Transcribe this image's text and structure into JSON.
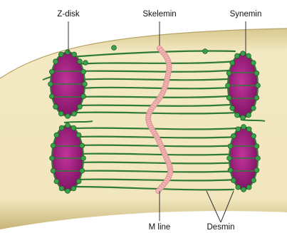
{
  "labels": {
    "z_disk": "Z-disk",
    "skelemin": "Skelemin",
    "synemin": "Synemin",
    "m_line": "M line",
    "desmin": "Desmin"
  },
  "colors": {
    "cytoplasm": "#efe2b3",
    "z_disk_fill": "#9a1d7c",
    "filament": "#2f7a36",
    "node": "#39a047",
    "skelemin_bead": "#f2b7b7",
    "leader_line": "#333333"
  }
}
